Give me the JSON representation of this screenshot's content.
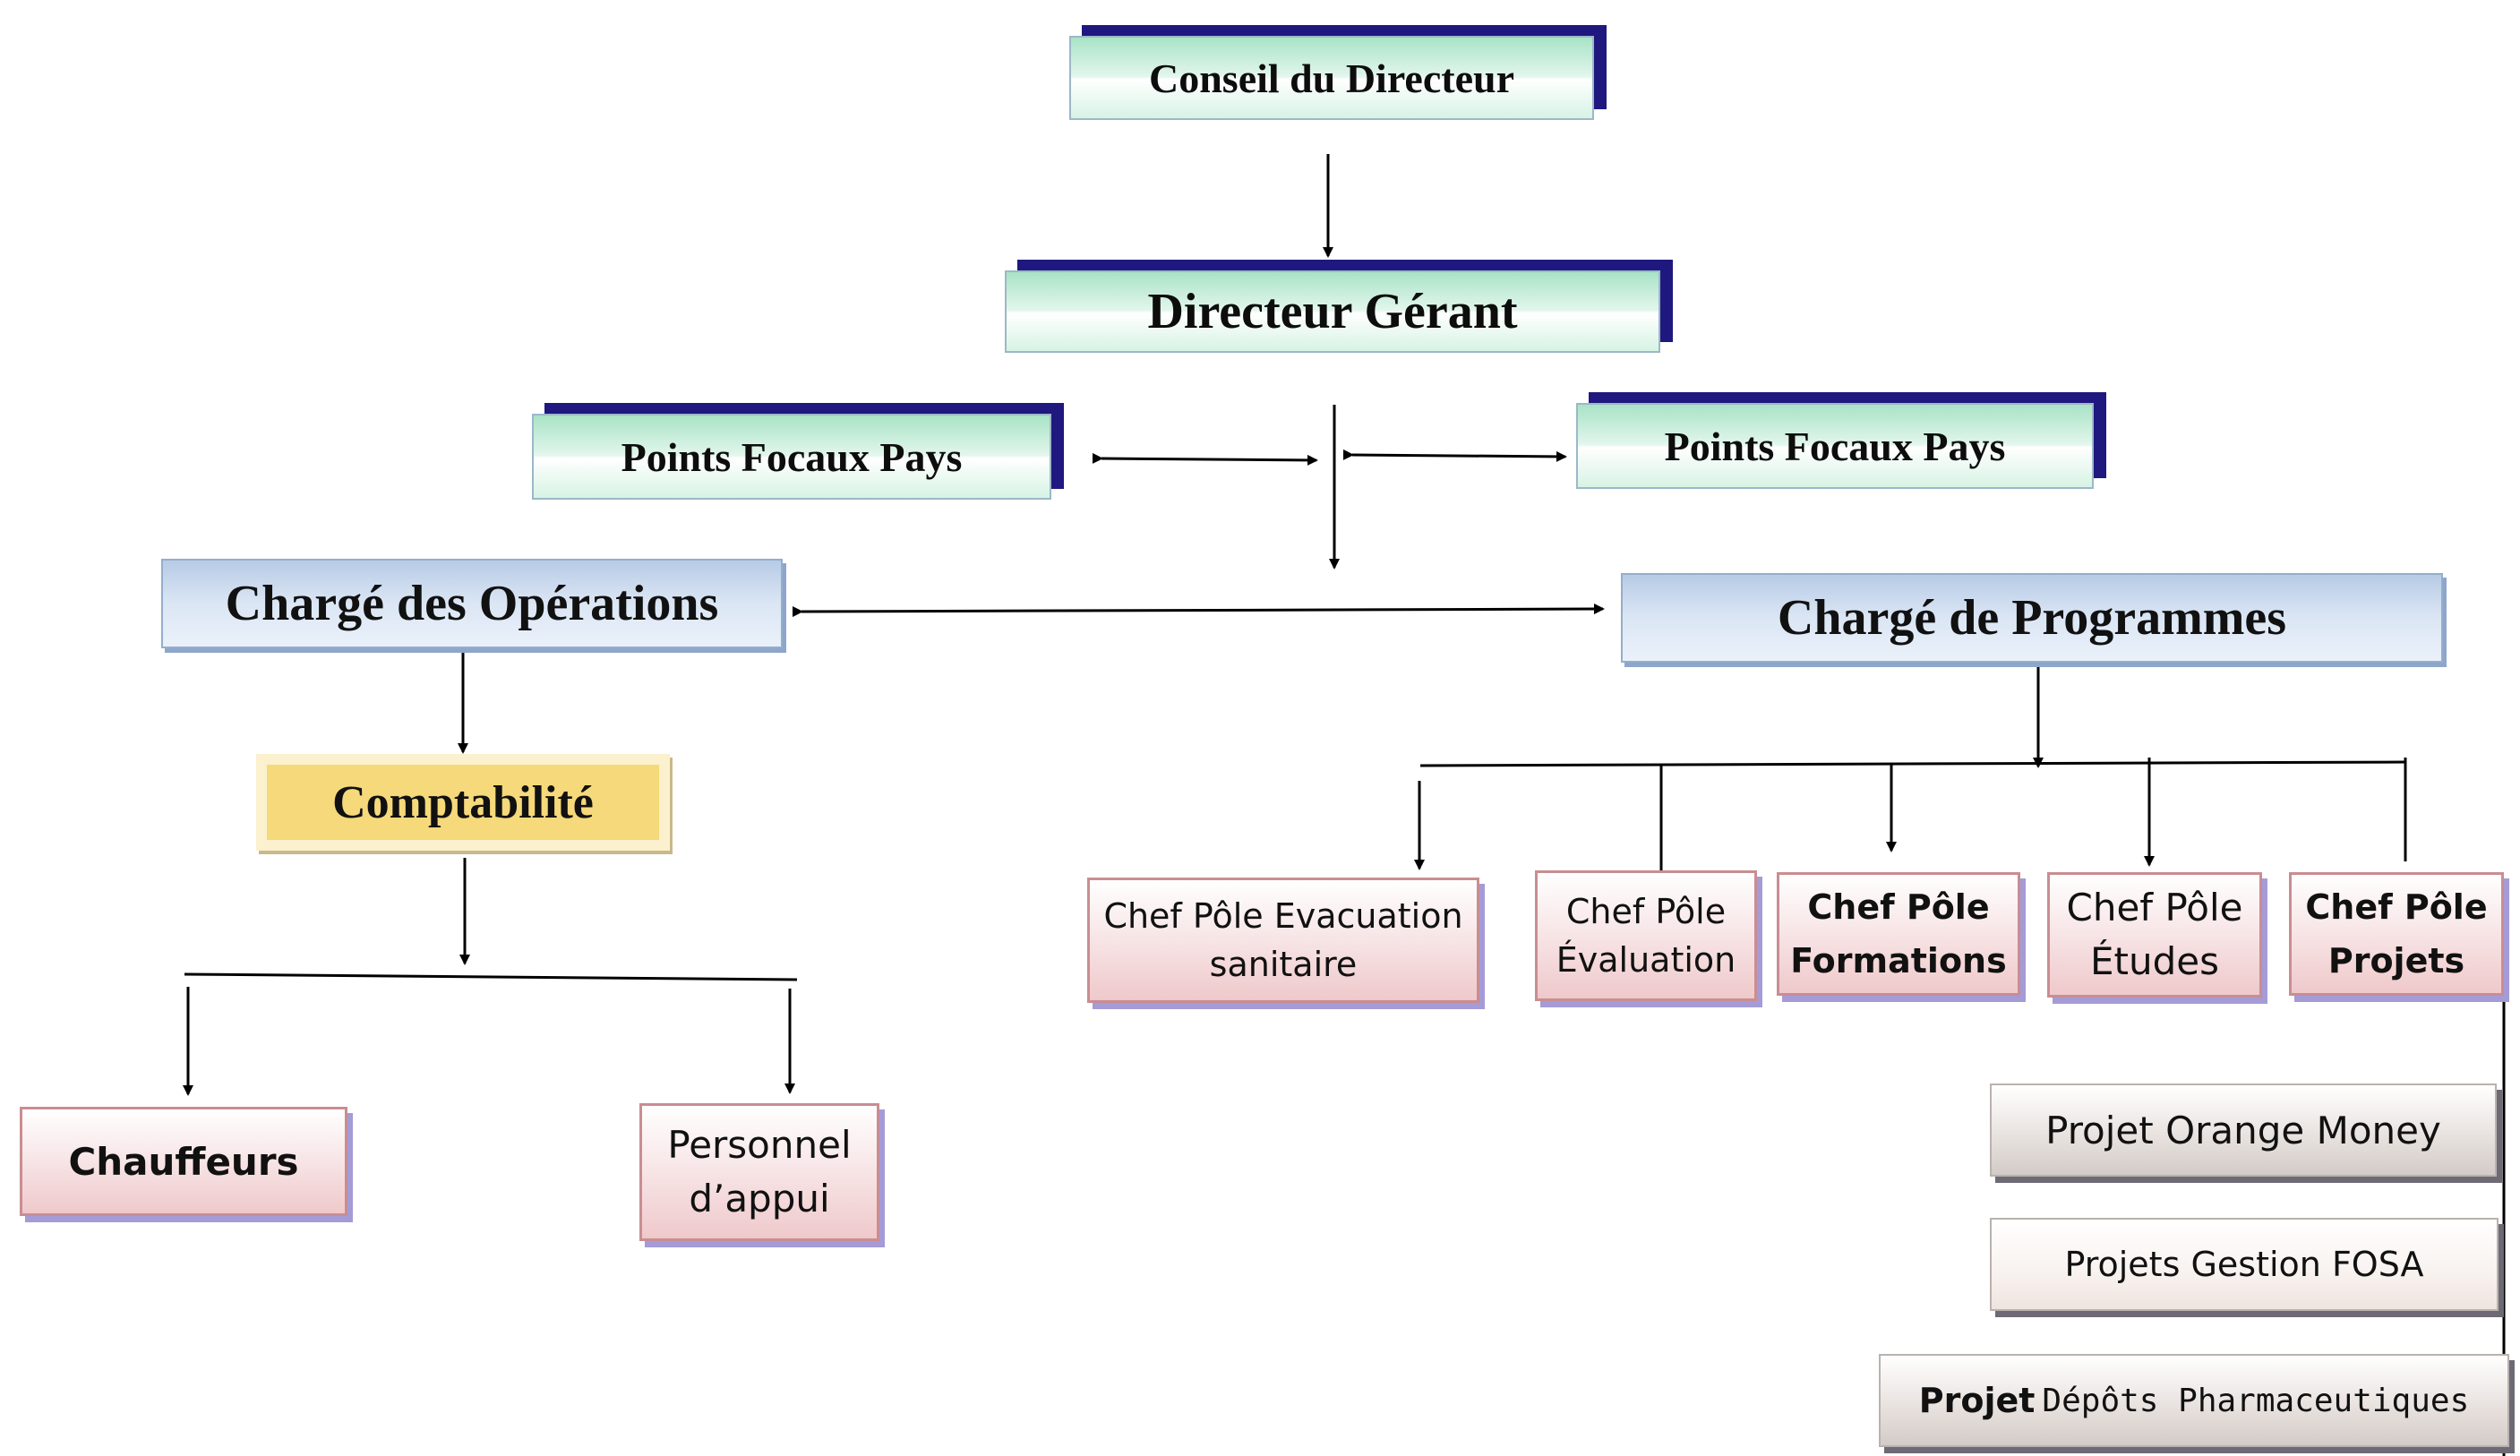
{
  "top": {
    "conseil": "Conseil du Directeur",
    "directeur": "Directeur Gérant",
    "points_focaux_left": "Points Focaux Pays",
    "points_focaux_right": "Points Focaux Pays"
  },
  "operations": {
    "title": "Chargé des Opérations",
    "comptabilite": "Comptabilité",
    "chauffeurs": "Chauffeurs",
    "personnel_line1": "Personnel",
    "personnel_line2": "d’appui"
  },
  "programmes": {
    "title": "Chargé de Programmes",
    "poles": [
      {
        "line1": "Chef Pôle Evacuation",
        "line2": "sanitaire"
      },
      {
        "line1": "Chef Pôle",
        "line2": "Évaluation"
      },
      {
        "line1": "Chef Pôle",
        "line2": "Formations"
      },
      {
        "line1": "Chef Pôle",
        "line2": "Études"
      },
      {
        "line1": "Chef Pôle",
        "line2": "Projets"
      }
    ],
    "projets": {
      "orange_money": "Projet Orange Money",
      "gestion_fosa": "Projets Gestion FOSA",
      "depots_prefix": "Projet",
      "depots_rest": "Dépôts Pharmaceutiques"
    }
  },
  "colors": {
    "slab": "#1f187e",
    "green": "#a9e3c6",
    "blue": "#b7cbe6",
    "yellow": "#f5d97a",
    "pink": "#efc9cb",
    "gray": "#d3cbc7"
  }
}
